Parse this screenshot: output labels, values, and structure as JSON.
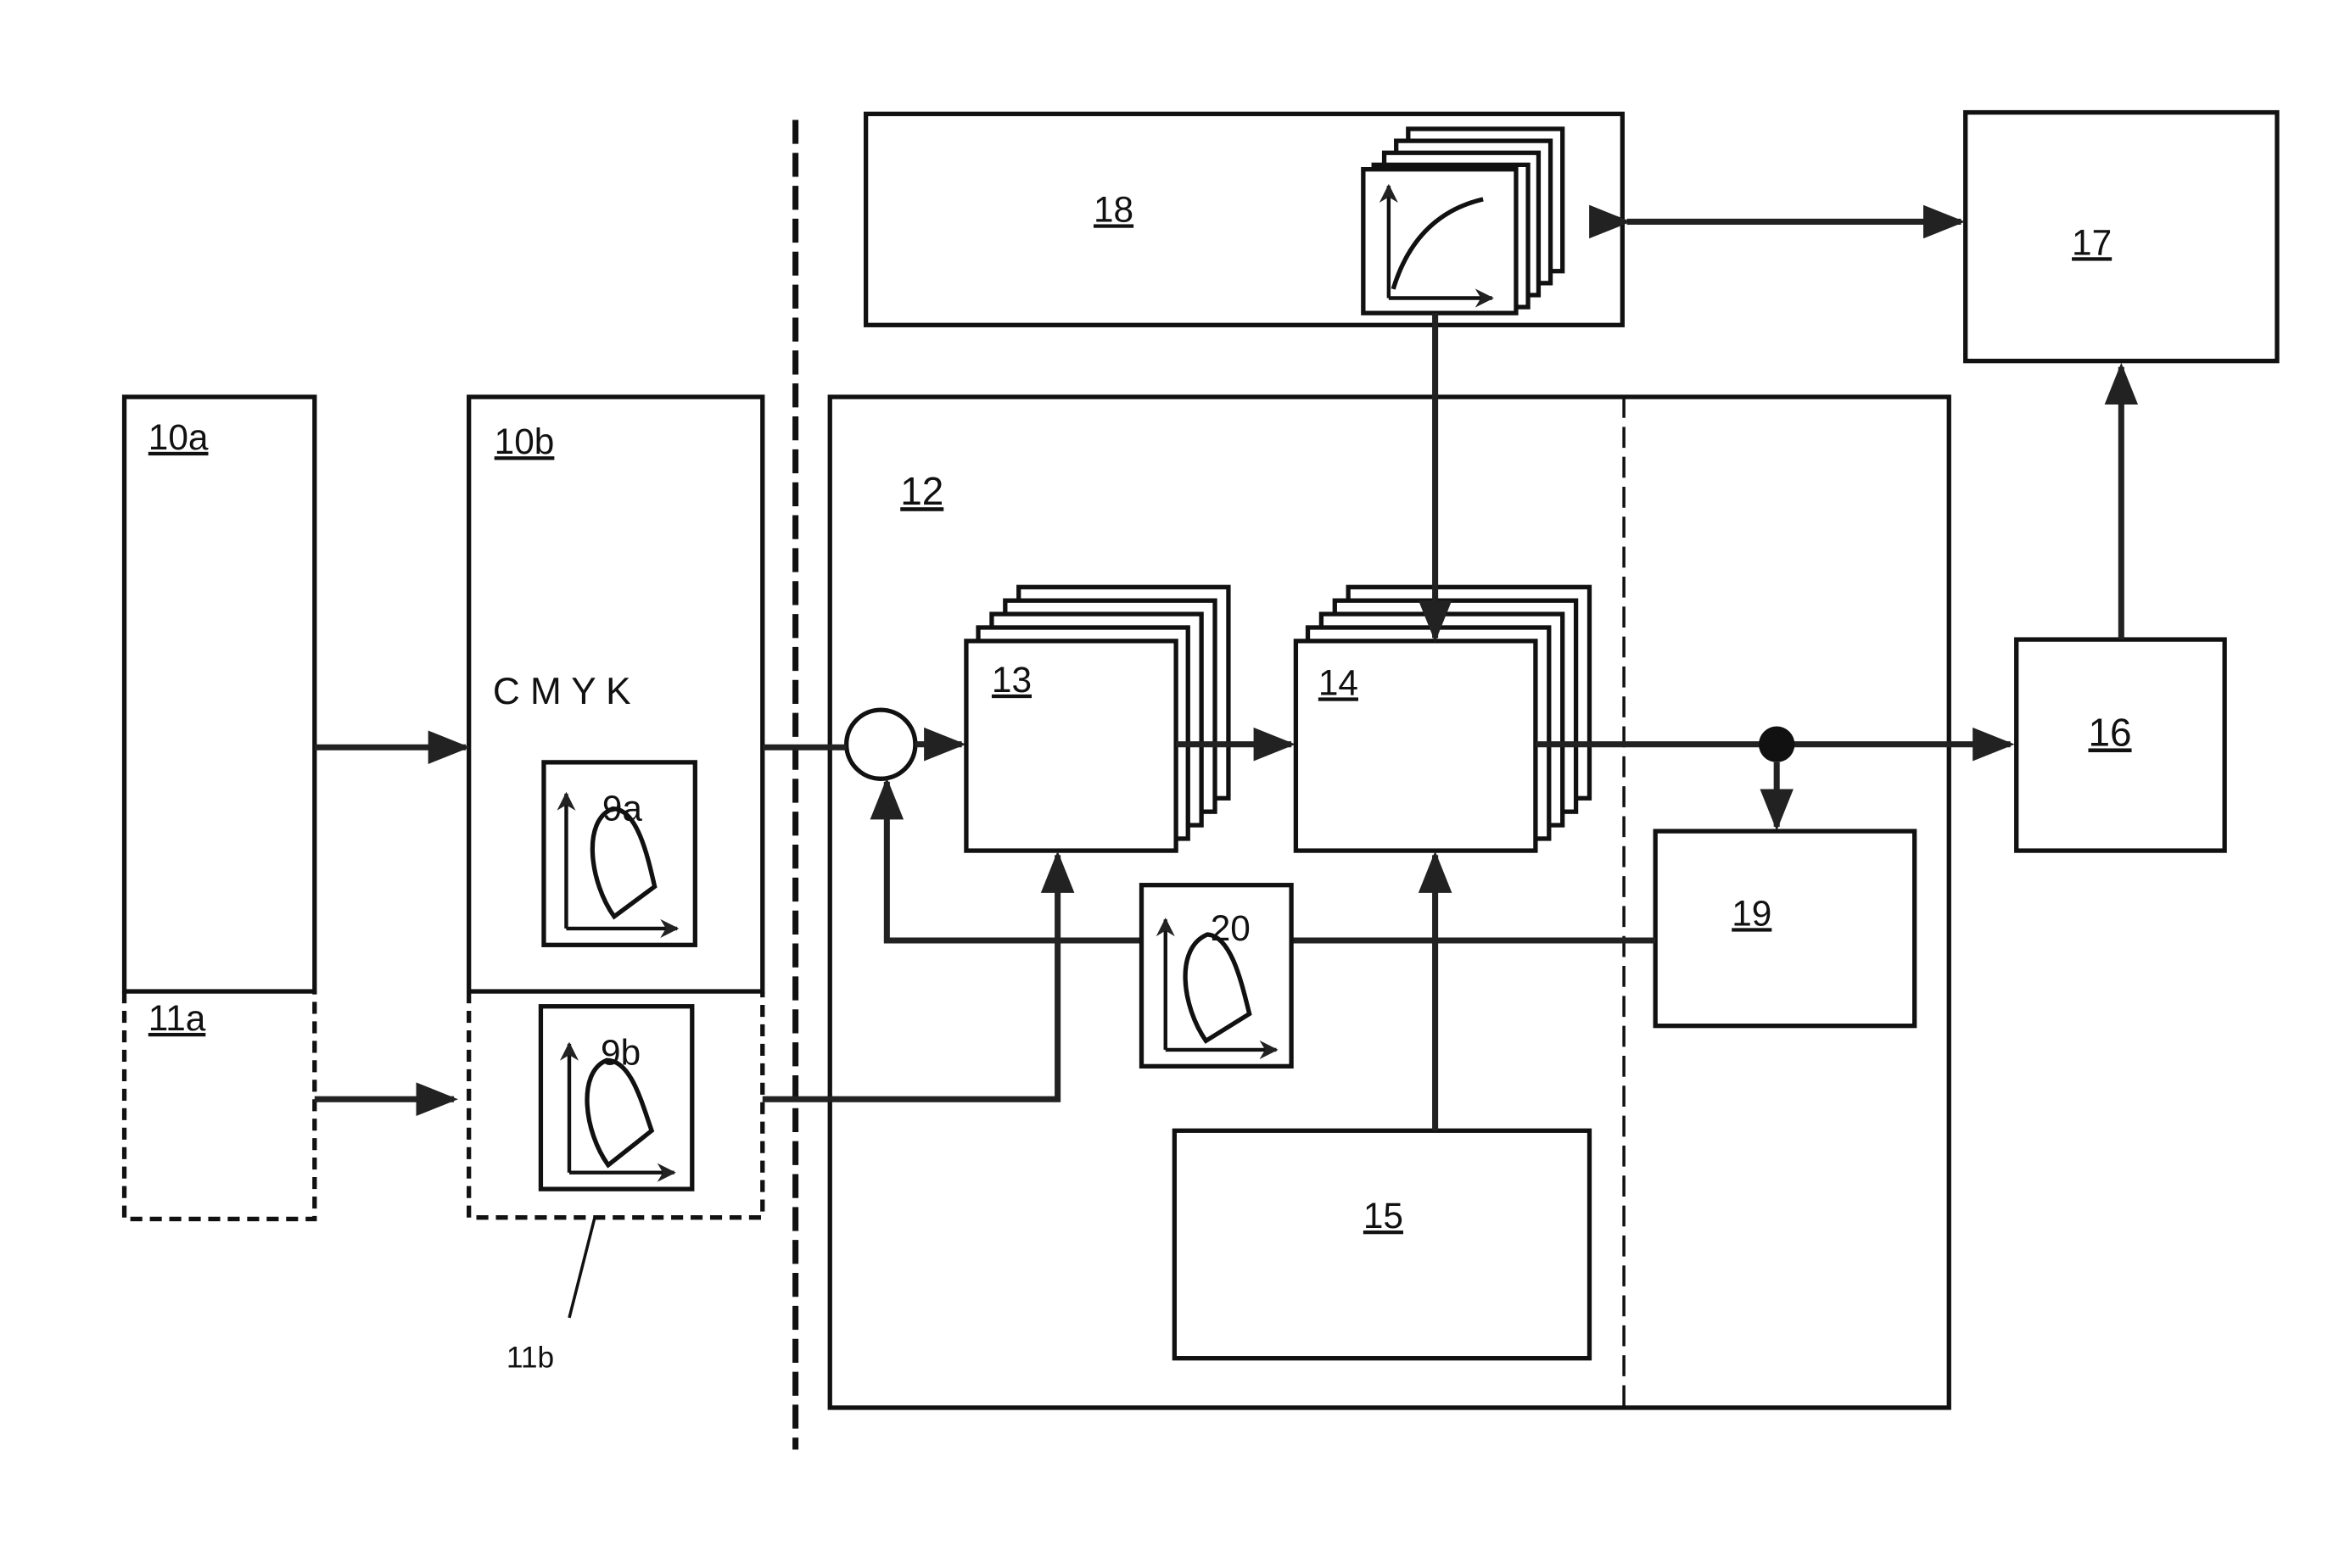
{
  "labels": {
    "b10a": "10a",
    "b11a": "11a",
    "b10b": "10b",
    "cmyk": "C M Y K",
    "g9a": "9a",
    "g9b": "9b",
    "b11b": "11b",
    "b12": "12",
    "b13": "13",
    "b14": "14",
    "b15": "15",
    "b16": "16",
    "b17": "17",
    "b18": "18",
    "b19": "19",
    "g20": "20"
  }
}
